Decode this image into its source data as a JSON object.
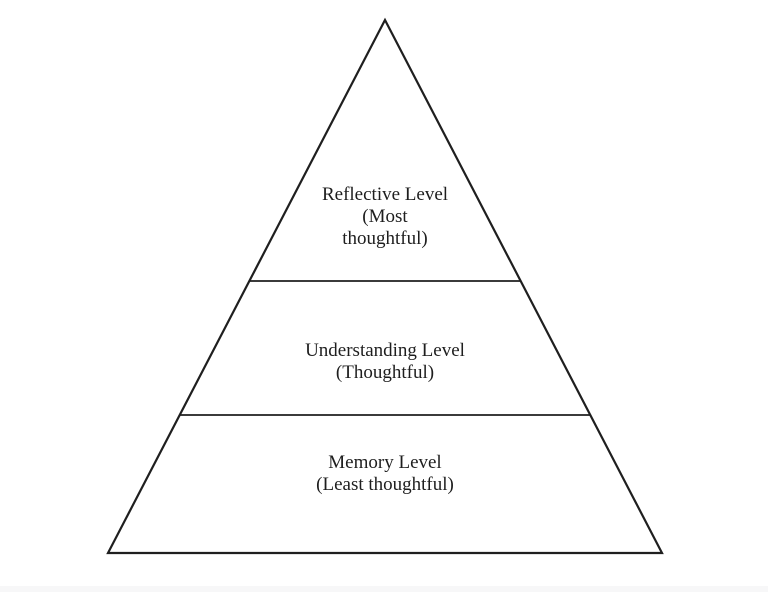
{
  "colors": {
    "background": "#ffffff",
    "line": "#1f1f1f",
    "text": "#1e1e1e",
    "bottom_strip": "#f7f7f8"
  },
  "pyramid": {
    "type": "three-level-pyramid",
    "levels": [
      {
        "name": "Reflective Level",
        "qualifier": "(Most thoughtful)",
        "lines": [
          "Reflective Level",
          "(Most",
          "thoughtful)"
        ]
      },
      {
        "name": "Understanding Level",
        "qualifier": "(Thoughtful)",
        "lines": [
          "Understanding Level",
          "(Thoughtful)"
        ]
      },
      {
        "name": "Memory Level",
        "qualifier": "(Least thoughtful)",
        "lines": [
          "Memory Level",
          "(Least thoughtful)"
        ]
      }
    ]
  }
}
